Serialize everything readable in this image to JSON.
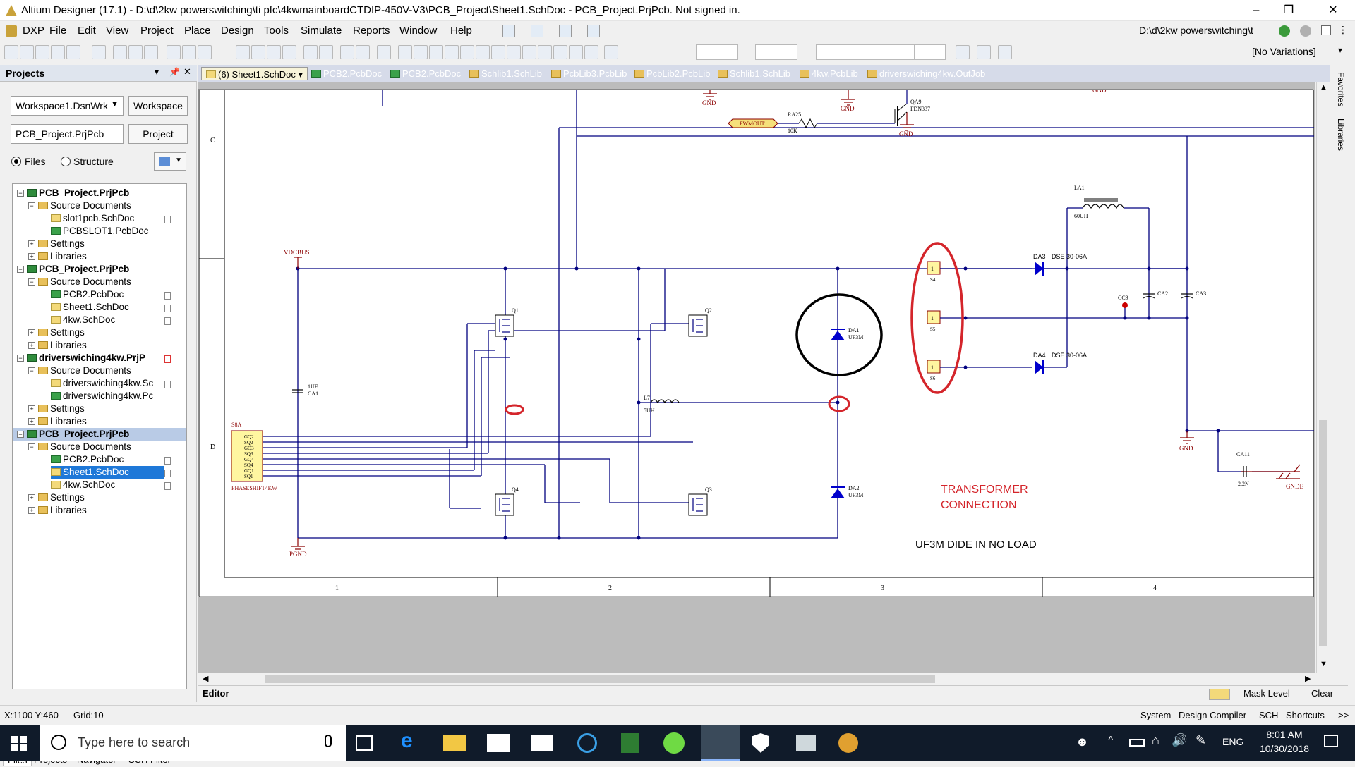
{
  "window": {
    "title": "Altium Designer (17.1) - D:\\d\\2kw powerswitching\\ti pfc\\4kwmainboardCTDIP-450V-V3\\PCB_Project\\Sheet1.SchDoc - PCB_Project.PrjPcb. Not signed in."
  },
  "menu": [
    "DXP",
    "File",
    "Edit",
    "View",
    "Project",
    "Place",
    "Design",
    "Tools",
    "Simulate",
    "Reports",
    "Window",
    "Help"
  ],
  "path_combo": "D:\\d\\2kw powerswitching\\t",
  "variations": "[No Variations]",
  "panel": {
    "title": "Projects",
    "workspace_combo": "Workspace1.DsnWrk",
    "workspace_btn": "Workspace",
    "project_field": "PCB_Project.PrjPcb",
    "project_btn": "Project",
    "radio_files": "Files",
    "radio_structure": "Structure",
    "tree": [
      {
        "label": "PCB_Project.PrjPcb",
        "level": 0,
        "icon": "prj",
        "bold": true
      },
      {
        "label": "Source Documents",
        "level": 1,
        "icon": "fold"
      },
      {
        "label": "slot1pcb.SchDoc",
        "level": 2,
        "icon": "sch",
        "doc": true
      },
      {
        "label": "PCBSLOT1.PcbDoc",
        "level": 2,
        "icon": "pcb"
      },
      {
        "label": "Settings",
        "level": 1,
        "icon": "fold",
        "plus": true
      },
      {
        "label": "Libraries",
        "level": 1,
        "icon": "fold",
        "plus": true
      },
      {
        "label": "PCB_Project.PrjPcb",
        "level": 0,
        "icon": "prj",
        "bold": true
      },
      {
        "label": "Source Documents",
        "level": 1,
        "icon": "fold"
      },
      {
        "label": "PCB2.PcbDoc",
        "level": 2,
        "icon": "pcb",
        "doc": true
      },
      {
        "label": "Sheet1.SchDoc",
        "level": 2,
        "icon": "sch",
        "doc": true
      },
      {
        "label": "4kw.SchDoc",
        "level": 2,
        "icon": "sch",
        "doc": true
      },
      {
        "label": "Settings",
        "level": 1,
        "icon": "fold",
        "plus": true
      },
      {
        "label": "Libraries",
        "level": 1,
        "icon": "fold",
        "plus": true
      },
      {
        "label": "driverswiching4kw.PrjP",
        "level": 0,
        "icon": "prj",
        "bold": true,
        "doc": true
      },
      {
        "label": "Source Documents",
        "level": 1,
        "icon": "fold"
      },
      {
        "label": "driverswiching4kw.Sc",
        "level": 2,
        "icon": "sch",
        "doc": true
      },
      {
        "label": "driverswiching4kw.Pc",
        "level": 2,
        "icon": "pcb"
      },
      {
        "label": "Settings",
        "level": 1,
        "icon": "fold",
        "plus": true
      },
      {
        "label": "Libraries",
        "level": 1,
        "icon": "fold",
        "plus": true
      },
      {
        "label": "PCB_Project.PrjPcb",
        "level": 0,
        "icon": "prj",
        "bold": true,
        "hl": true
      },
      {
        "label": "Source Documents",
        "level": 1,
        "icon": "fold"
      },
      {
        "label": "PCB2.PcbDoc",
        "level": 2,
        "icon": "pcb",
        "doc": true
      },
      {
        "label": "Sheet1.SchDoc",
        "level": 2,
        "icon": "sch",
        "doc": true,
        "selected": true
      },
      {
        "label": "4kw.SchDoc",
        "level": 2,
        "icon": "sch",
        "doc": true
      },
      {
        "label": "Settings",
        "level": 1,
        "icon": "fold",
        "plus": true
      },
      {
        "label": "Libraries",
        "level": 1,
        "icon": "fold",
        "plus": true
      }
    ],
    "bottom_tabs": [
      "Files",
      "Projects",
      "Navigator",
      "SCH Filter"
    ]
  },
  "doc_tabs": [
    "(6) Sheet1.SchDoc",
    "PCB2.PcbDoc",
    "PCB2.PcbDoc",
    "Schlib1.SchLib",
    "PcbLib3.PcbLib",
    "PcbLib2.PcbLib",
    "Schlib1.SchLib",
    "4kw.PcbLib",
    "driverswiching4kw.OutJob"
  ],
  "side_tabs": [
    "Favorites",
    "Libraries"
  ],
  "editor": {
    "tab": "Editor",
    "mask_level": "Mask Level",
    "clear": "Clear"
  },
  "status": {
    "coords": "X:1100 Y:460",
    "grid": "Grid:10",
    "panels": [
      "System",
      "Design Compiler",
      "SCH",
      "Shortcuts",
      ">>"
    ]
  },
  "taskbar": {
    "search_placeholder": "Type here to search",
    "lang": "ENG",
    "time": "8:01 AM",
    "date": "10/30/2018"
  },
  "schematic": {
    "zone_rows": [
      "C",
      "D"
    ],
    "zone_cols": [
      "1",
      "2",
      "3",
      "4"
    ],
    "labels": {
      "vdcbus": "VDCBUS",
      "pgnd": "PGND",
      "gnd": "GND",
      "gnde": "GNDE",
      "pwmout": "PWMOUT",
      "ra25": "RA25",
      "ra25_val": "10K",
      "qa9": "QA9",
      "qa9_val": "FDN337",
      "q1": "Q1",
      "q2": "Q2",
      "q3": "Q3",
      "q4": "Q4",
      "ca1": "CA1",
      "ca1_val": "1UF",
      "l7": "L7",
      "l7_val": "5UH",
      "da1": "DA1",
      "da1_val": "UF3M",
      "da2": "DA2",
      "da2_val": "UF3M",
      "da3": "DA3",
      "da3_val": "DSE 30-06A",
      "da4": "DA4",
      "da4_val": "DSE 30-06A",
      "la1": "LA1",
      "la1_val": "60UH",
      "ca2": "CA2",
      "ca3": "CA3",
      "cc9": "CC9",
      "ca11": "CA11",
      "ca11_val": "2.2N",
      "s4": "S4",
      "s5": "S5",
      "s6": "S6",
      "s8a": "S8A",
      "s8a_name": "PHASESHIFT4KW",
      "s8a_pins": [
        "GQ2",
        "SQ2",
        "GQ3",
        "SQ3",
        "GQ4",
        "SQ4",
        "GQ1",
        "SQ1"
      ],
      "transformer1": "TRANSFORMER",
      "transformer2": "CONNECTION",
      "note": "UF3M DIDE IN NO LOAD"
    }
  },
  "colors": {
    "wire": "#000080",
    "annotation": "#d4252b",
    "label": "#8b0000",
    "pwmout": "#f5e07a",
    "port_fill": "#fff6a0"
  }
}
